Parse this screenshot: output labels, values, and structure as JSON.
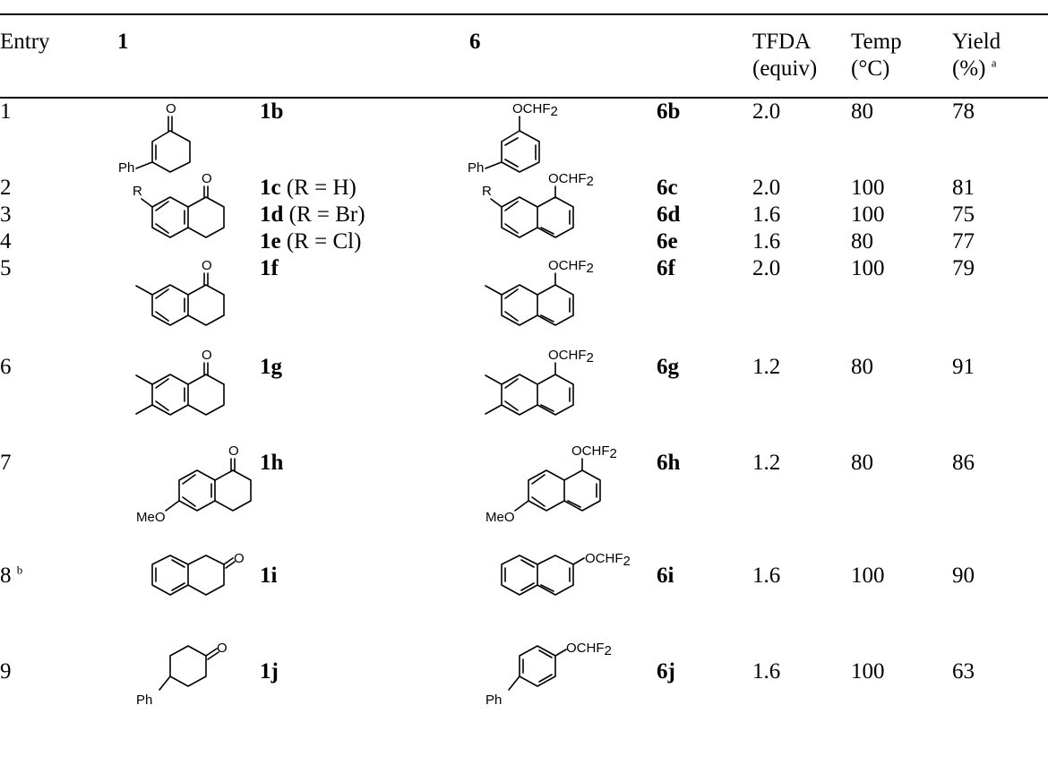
{
  "table": {
    "headers": {
      "entry": "Entry",
      "reactant": "1",
      "product": "6",
      "tfda_line1": "TFDA",
      "tfda_line2": "(equiv)",
      "temp_line1": "Temp",
      "temp_line2": "(°C)",
      "yield_line1": "Yield",
      "yield_line2": "(%)",
      "yield_note": "a"
    },
    "rows": [
      {
        "entry": "1",
        "entry_note": "",
        "reactant_id": "1b",
        "reactant_sub": "",
        "product_id": "6b",
        "tfda": "2.0",
        "temp": "80",
        "yield": "78"
      },
      {
        "entry": "2",
        "entry_note": "",
        "reactant_id": "1c",
        "reactant_sub": " (R = H)",
        "product_id": "6c",
        "tfda": "2.0",
        "temp": "100",
        "yield": "81"
      },
      {
        "entry": "3",
        "entry_note": "",
        "reactant_id": "1d",
        "reactant_sub": " (R = Br)",
        "product_id": "6d",
        "tfda": "1.6",
        "temp": "100",
        "yield": "75"
      },
      {
        "entry": "4",
        "entry_note": "",
        "reactant_id": "1e",
        "reactant_sub": " (R = Cl)",
        "product_id": "6e",
        "tfda": "1.6",
        "temp": "80",
        "yield": "77"
      },
      {
        "entry": "5",
        "entry_note": "",
        "reactant_id": "1f",
        "reactant_sub": "",
        "product_id": "6f",
        "tfda": "2.0",
        "temp": "100",
        "yield": "79"
      },
      {
        "entry": "6",
        "entry_note": "",
        "reactant_id": "1g",
        "reactant_sub": "",
        "product_id": "6g",
        "tfda": "1.2",
        "temp": "80",
        "yield": "91"
      },
      {
        "entry": "7",
        "entry_note": "",
        "reactant_id": "1h",
        "reactant_sub": "",
        "product_id": "6h",
        "tfda": "1.2",
        "temp": "80",
        "yield": "86"
      },
      {
        "entry": "8",
        "entry_note": "b",
        "reactant_id": "1i",
        "reactant_sub": "",
        "product_id": "6i",
        "tfda": "1.6",
        "temp": "100",
        "yield": "90"
      },
      {
        "entry": "9",
        "entry_note": "",
        "reactant_id": "1j",
        "reactant_sub": "",
        "product_id": "6j",
        "tfda": "1.6",
        "temp": "100",
        "yield": "63"
      }
    ]
  },
  "structure_labels": {
    "oxygen": "O",
    "phenyl": "Ph",
    "r_group": "R",
    "methoxy": "MeO",
    "ochf_prefix": "OCHF",
    "ochf_subscript": "2"
  }
}
